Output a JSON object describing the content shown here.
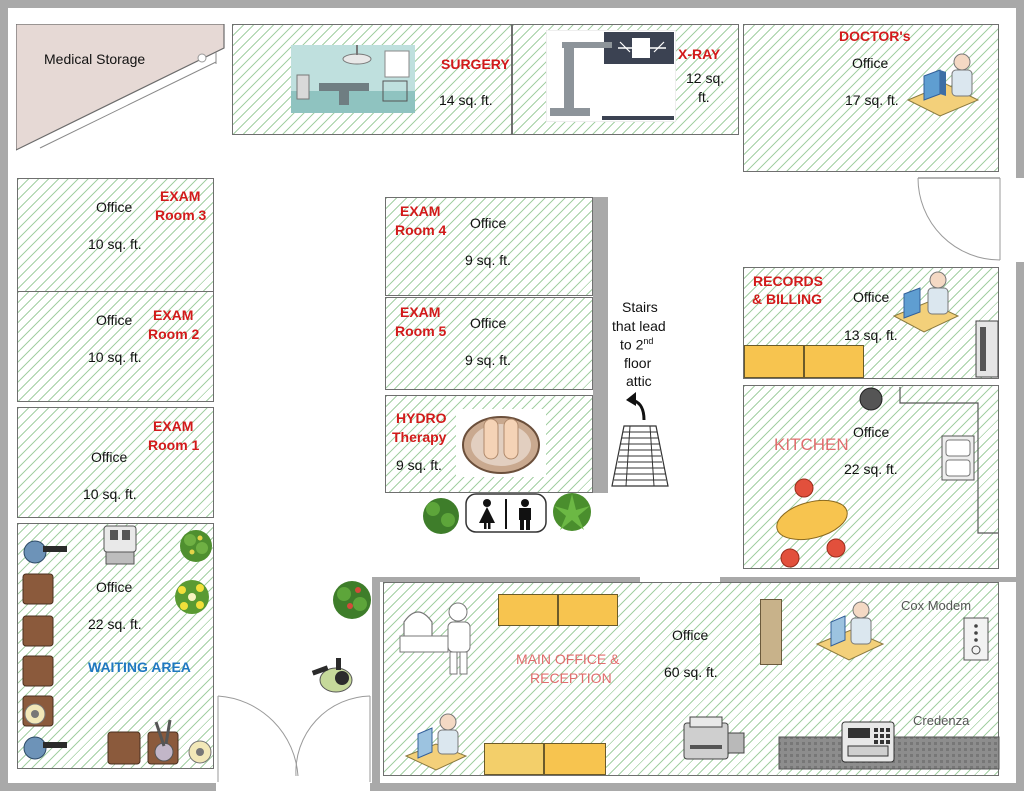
{
  "rooms": {
    "medical_storage": {
      "name": "Medical Storage"
    },
    "surgery": {
      "name": "SURGERY",
      "area": "14 sq. ft."
    },
    "xray": {
      "name": "X-RAY",
      "area_line1": "12 sq.",
      "area_line2": "ft."
    },
    "doctors": {
      "name": "DOCTOR's",
      "label": "Office",
      "area": "17 sq. ft."
    },
    "exam3": {
      "name_line1": "EXAM",
      "name_line2": "Room 3",
      "label": "Office",
      "area": "10 sq. ft."
    },
    "exam2": {
      "name_line1": "EXAM",
      "name_line2": "Room 2",
      "label": "Office",
      "area": "10 sq. ft."
    },
    "exam1": {
      "name_line1": "EXAM",
      "name_line2": "Room 1",
      "label": "Office",
      "area": "10 sq. ft."
    },
    "waiting": {
      "name": "WAITING AREA",
      "label": "Office",
      "area": "22 sq. ft."
    },
    "exam4": {
      "name_line1": "EXAM",
      "name_line2": "Room 4",
      "label": "Office",
      "area": "9 sq. ft."
    },
    "exam5": {
      "name_line1": "EXAM",
      "name_line2": "Room 5",
      "label": "Office",
      "area": "9 sq. ft."
    },
    "hydro": {
      "name_line1": "HYDRO",
      "name_line2": "Therapy",
      "area": "9 sq. ft."
    },
    "records": {
      "name_line1": "RECORDS",
      "name_line2": "& BILLING",
      "label": "Office",
      "area": "13 sq. ft."
    },
    "kitchen": {
      "name": "KITCHEN",
      "label": "Office",
      "area": "22 sq. ft."
    },
    "main_office": {
      "name_line1": "MAIN OFFICE &",
      "name_line2": "RECEPTION",
      "label": "Office",
      "area": "60 sq. ft.",
      "cox_modem": "Cox Modem",
      "credenza": "Credenza"
    }
  },
  "stairs": {
    "line1": "Stairs",
    "line2": "that lead",
    "line3_pre": "to 2",
    "line3_sup": "nd",
    "line4": "floor",
    "line5": "attic"
  },
  "colors": {
    "room_name": "#d21a1a",
    "waiting_name": "#1f78c1",
    "hatch": "#5aaa5a",
    "wall": "#a9a9a9",
    "desk": "#f7c44f"
  }
}
